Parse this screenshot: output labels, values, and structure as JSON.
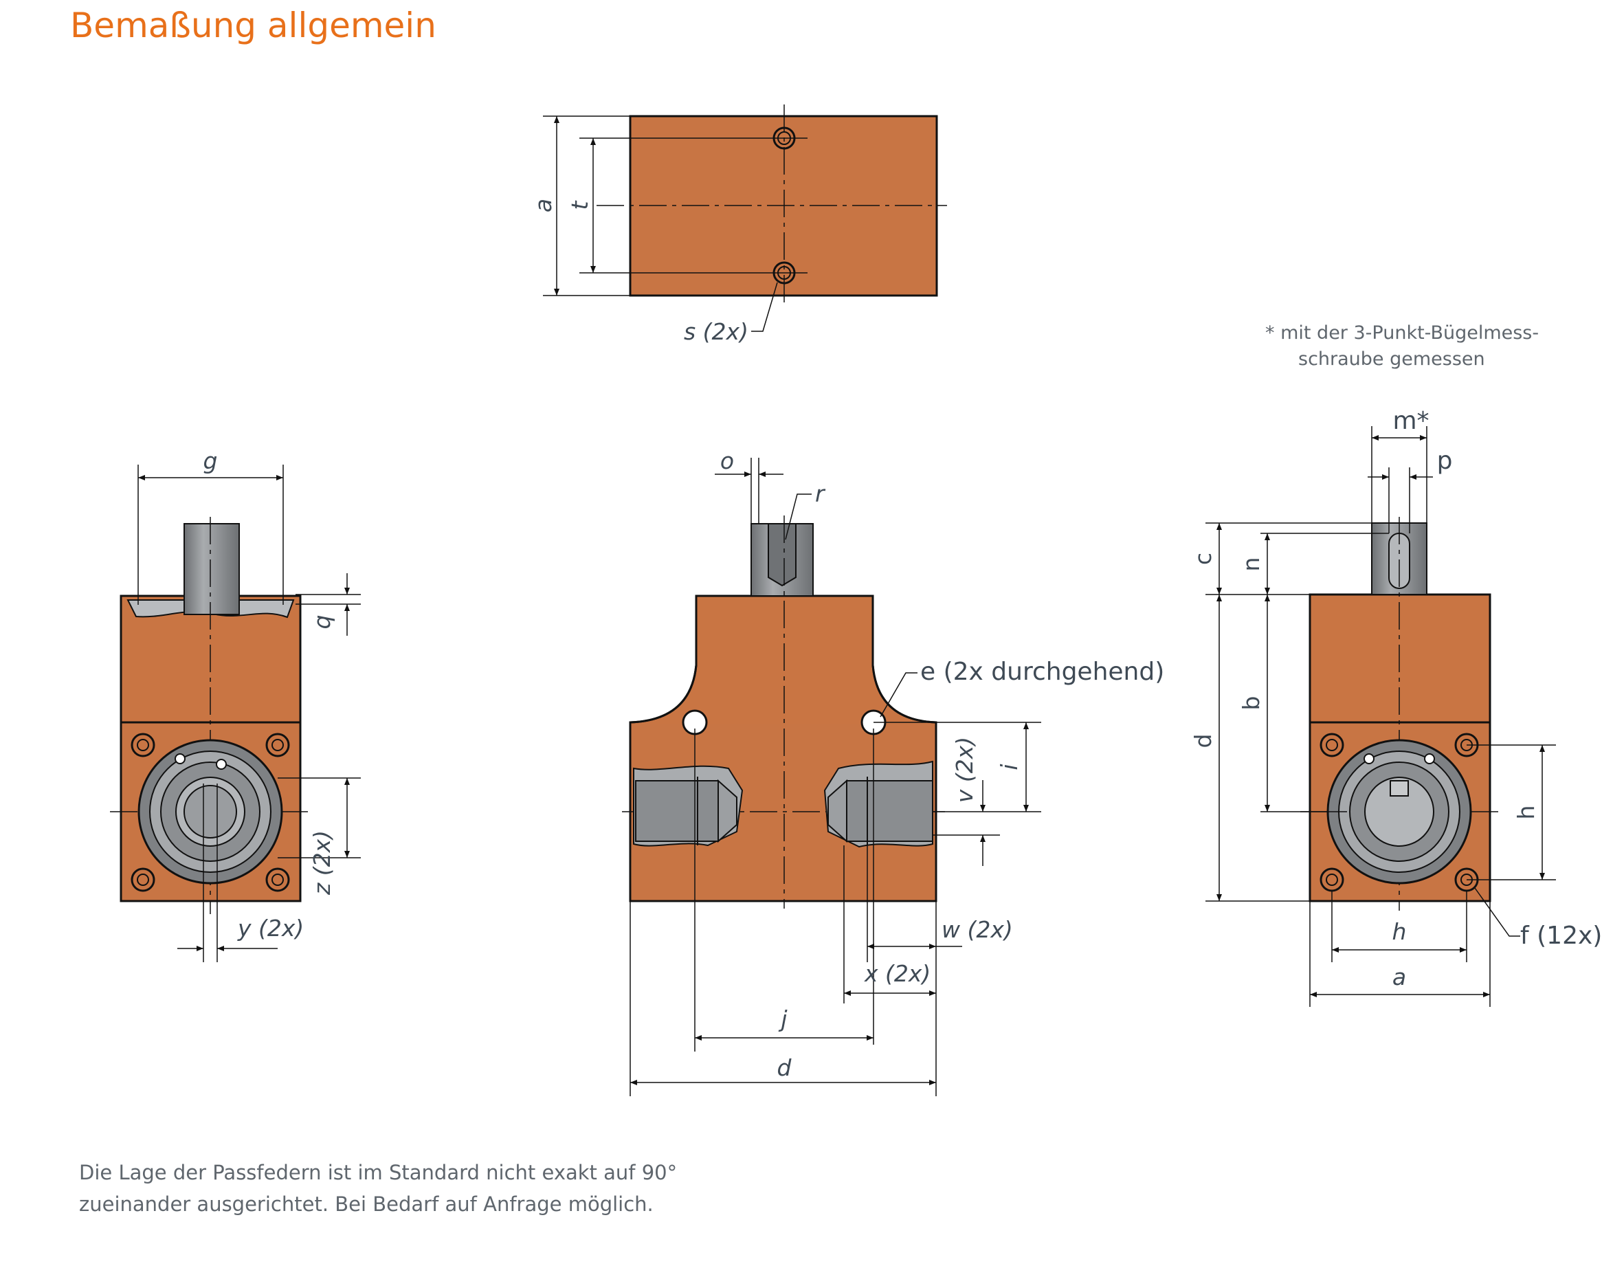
{
  "title": "Bemaßung allgemein",
  "colors": {
    "title": "#e8701a",
    "housing": "#c87544",
    "housing_light": "#e08a50",
    "shaft": "#8a8d90",
    "text": "#3f4a55",
    "note_text": "#5f666d"
  },
  "footnote": {
    "line1": "*  mit der 3-Punkt-Bügelmess-",
    "line2": "schraube  gemessen"
  },
  "footer": {
    "line1": "Die Lage der Passfedern ist im Standard nicht exakt auf 90°",
    "line2": "zueinander ausgerichtet. Bei Bedarf auf Anfrage möglich."
  },
  "views": {
    "top": {
      "dims": {
        "a": "a",
        "t": "t",
        "s": "s (2x)"
      }
    },
    "left": {
      "dims": {
        "g": "g",
        "q": "q",
        "z": "z (2x)",
        "y": "y (2x)"
      }
    },
    "front": {
      "dims": {
        "o": "o",
        "r": "r",
        "e": "e (2x durchgehend)",
        "v": "v (2x)",
        "i": "i",
        "w": "w (2x)",
        "x": "x (2x)",
        "j": "j",
        "d": "d"
      }
    },
    "right": {
      "dims": {
        "m": "m*",
        "p": "p",
        "c": "c",
        "n": "n",
        "b": "b",
        "d": "d",
        "h_vertical": "h",
        "h_horizontal": "h",
        "a": "a",
        "f": "f (12x)"
      }
    }
  }
}
